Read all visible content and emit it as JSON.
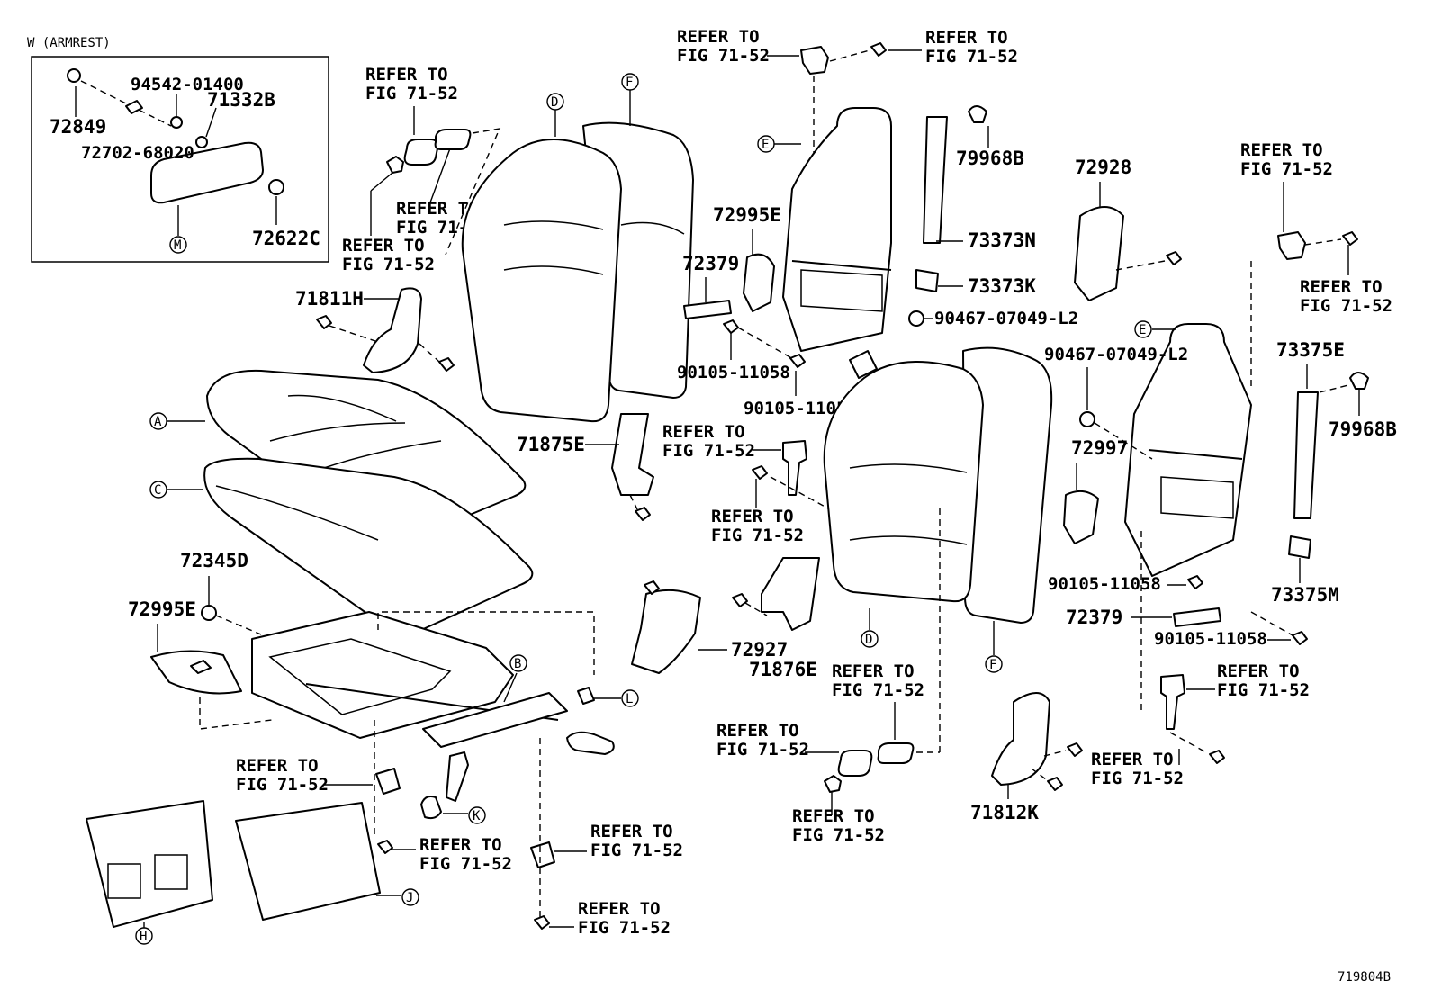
{
  "diagram": {
    "figure_id": "719804B",
    "armrest_box_title": "W (ARMREST)",
    "refer_text_line1": "REFER TO",
    "refer_text_line2": "FIG 71-52",
    "part_numbers": {
      "p72849": "72849",
      "p94542": "94542-01400",
      "p71332B": "71332B",
      "p72702": "72702-68020",
      "p72622C": "72622C",
      "p71811H": "71811H",
      "p72345D": "72345D",
      "p72995E_a": "72995E",
      "p71875E": "71875E",
      "p72995E_b": "72995E",
      "p72379_a": "72379",
      "p90105_a": "90105-11058",
      "p90105_b": "90105-11058",
      "p79968B_a": "79968B",
      "p73373N": "73373N",
      "p73373K": "73373K",
      "p90467_a": "90467-07049-L2",
      "p72928": "72928",
      "p90467_b": "90467-07049-L2",
      "p73375E": "73375E",
      "p79968B_b": "79968B",
      "p72997": "72997",
      "p90105_c": "90105-11058",
      "p73375M": "73375M",
      "p72379_b": "72379",
      "p90105_d": "90105-11058",
      "p72927": "72927",
      "p71876E": "71876E",
      "p71812K": "71812K"
    },
    "callouts": {
      "A": "A",
      "B": "B",
      "C": "C",
      "D": "D",
      "E": "E",
      "F": "F",
      "H": "H",
      "J": "J",
      "K": "K",
      "L": "L",
      "M": "M"
    }
  }
}
